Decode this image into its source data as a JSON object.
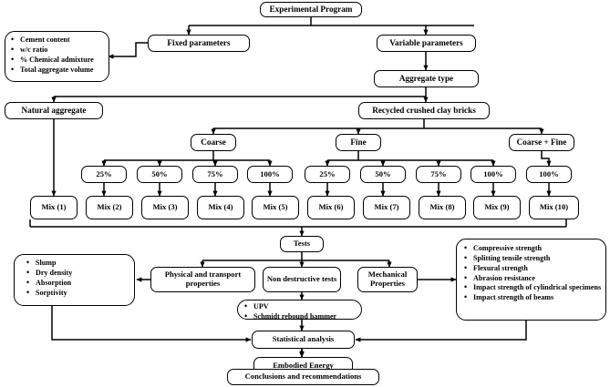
{
  "diagram": {
    "title": "Experimental Program Flowchart",
    "colors": {
      "stroke": "#000000",
      "fill": "#ffffff",
      "text": "#000000"
    }
  },
  "nodes": {
    "experimental_program": "Experimental Program",
    "fixed_parameters": "Fixed parameters",
    "variable_parameters": "Variable parameters",
    "aggregate_type": "Aggregate type",
    "natural_aggregate": "Natural aggregate",
    "recycled_bricks": "Recycled crushed clay bricks",
    "coarse": "Coarse",
    "fine": "Fine",
    "coarse_plus_fine": "Coarse + Fine",
    "tests": "Tests",
    "physical_transport": "Physical and transport properties",
    "non_destructive": "Non destructive tests",
    "mechanical_properties": "Mechanical Properties",
    "statistical_analysis": "Statistical analysis",
    "embodied_energy": "Embodied Energy",
    "conclusions": "Conclusions and recommendations"
  },
  "fixed_parameters_list": [
    "Cement content",
    "w/c ratio",
    "% Chemical admixture",
    "Total aggregate volume"
  ],
  "physical_transport_list": [
    "Slump",
    "Dry density",
    "Absorption",
    "Sorptivity"
  ],
  "non_destructive_list": [
    "UPV",
    "Schmidt rebound hammer"
  ],
  "mechanical_list": [
    "Compressive strength",
    "Splitting tensile strength",
    "Flexural strength",
    "Abrasion resistance",
    "Impact strength of cylindrical specimens",
    "Impact strength of beams"
  ],
  "replacement_levels": {
    "coarse": [
      "25%",
      "50%",
      "75%",
      "100%"
    ],
    "fine": [
      "25%",
      "50%",
      "75%",
      "100%"
    ],
    "coarse_plus_fine": [
      "100%"
    ]
  },
  "mixes": [
    "Mix (1)",
    "Mix (2)",
    "Mix (3)",
    "Mix (4)",
    "Mix (5)",
    "Mix (6)",
    "Mix (7)",
    "Mix (8)",
    "Mix (9)",
    "Mix (10)"
  ]
}
